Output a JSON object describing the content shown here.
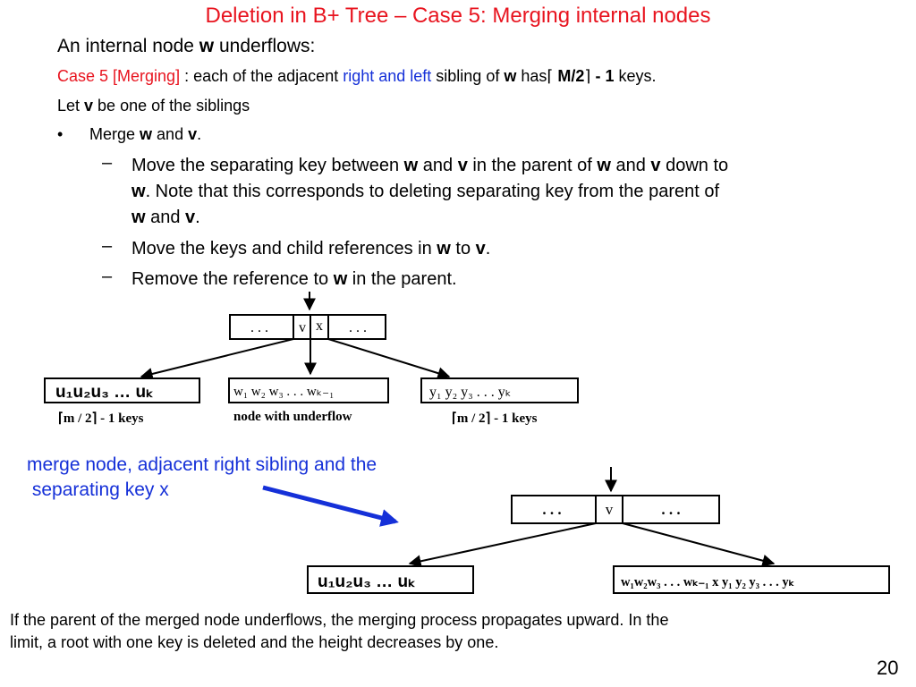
{
  "title": "Deletion in B+ Tree – Case 5: Merging internal nodes",
  "intro": {
    "prefix": "An internal node ",
    "var": "w",
    "suffix": " underflows:"
  },
  "case_line": {
    "case_label": "Case 5 [Merging]",
    "t1": " : each of the adjacent ",
    "t_blue": "right and left",
    "t2": " sibling of ",
    "w": "w",
    "t3": " has",
    "ceil_left": "⌈",
    "mval": " M/2",
    "ceil_right": "⌉",
    "minus": " - 1",
    "t4": " keys."
  },
  "let_line": {
    "prefix": "Let ",
    "var": "v",
    "suffix": " be one of the siblings"
  },
  "bullet": {
    "mark": "•",
    "prefix": "Merge ",
    "w": "w",
    "and": " and ",
    "v": "v",
    "period": "."
  },
  "sub_items": [
    {
      "dash": "–",
      "line1": {
        "a": "Move the separating key between ",
        "w": "w",
        "b": " and ",
        "v": "v",
        "c": " in the parent of ",
        "w2": "w",
        "d": " and ",
        "v2": "v",
        "e": " down to"
      },
      "line2": {
        "w": "w",
        "a": ".  Note that this corresponds to deleting separating key from the parent of"
      },
      "line3": {
        "w": "w",
        "a": " and ",
        "v": "v",
        "b": "."
      }
    },
    {
      "dash": "–",
      "a": "Move the keys and child references in ",
      "w": "w",
      "b": " to ",
      "v": "v",
      "c": "."
    },
    {
      "dash": "–",
      "a": "Remove the reference to ",
      "w": "w",
      "b": " in the parent."
    }
  ],
  "diagram_top": {
    "parent": {
      "left": ". . .",
      "key1": "v",
      "key2": "x",
      "right": ". . ."
    },
    "left_node": {
      "label": "u₁u₂u₃ … uₖ",
      "caption": "⌈m / 2⌉ - 1 keys"
    },
    "middle_node": {
      "label": "w₁  w₂  w₃ . . .  wₖ₋₁",
      "caption": "node with underflow"
    },
    "right_node": {
      "label": "y₁   y₂   y₃ . . .  yₖ",
      "caption": "⌈m / 2⌉ - 1 keys"
    }
  },
  "merge_caption": {
    "line1": "merge node, adjacent right sibling and the",
    "line2": " separating key x"
  },
  "diagram_bottom": {
    "parent": {
      "left": ".   .   .",
      "key": "v",
      "right": ".   .   ."
    },
    "left_node": {
      "label": "u₁u₂u₃ … uₖ"
    },
    "merged_node": {
      "label": "w₁w₂w₃ . . . wₖ₋₁ x y₁ y₂ y₃ . . . yₖ"
    }
  },
  "footer": {
    "line1": "If the parent of the merged node underflows, the merging process propagates upward. In the",
    "line2": "limit, a root with one key is deleted and the height decreases by one."
  },
  "page_number": "20",
  "colors": {
    "title": "#e8141f",
    "case_label": "#e8141f",
    "highlight": "#1530d8",
    "arrow": "#1530d8"
  }
}
